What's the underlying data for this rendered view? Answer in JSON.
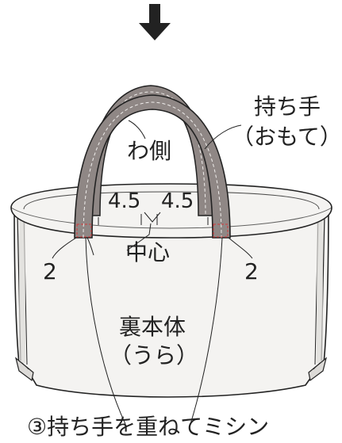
{
  "labels": {
    "handle_title": "持ち手",
    "handle_sub": "（おもて）",
    "wa_side": "わ側",
    "left_offset": "4.5",
    "right_offset": "4.5",
    "center": "中心",
    "left_two": "2",
    "right_two": "2",
    "body_title": "裏本体",
    "body_sub": "（うら）",
    "caption": "③持ち手を重ねてミシン"
  },
  "colors": {
    "line": "#222222",
    "handle_fill": "#8f8785",
    "handle_dark": "#6f6867",
    "bag_fill": "#f4f3f1",
    "bag_shade": "#dcdad7",
    "stitch_red": "#d43a3a"
  },
  "icons": {
    "down_arrow": "down-arrow-icon"
  }
}
